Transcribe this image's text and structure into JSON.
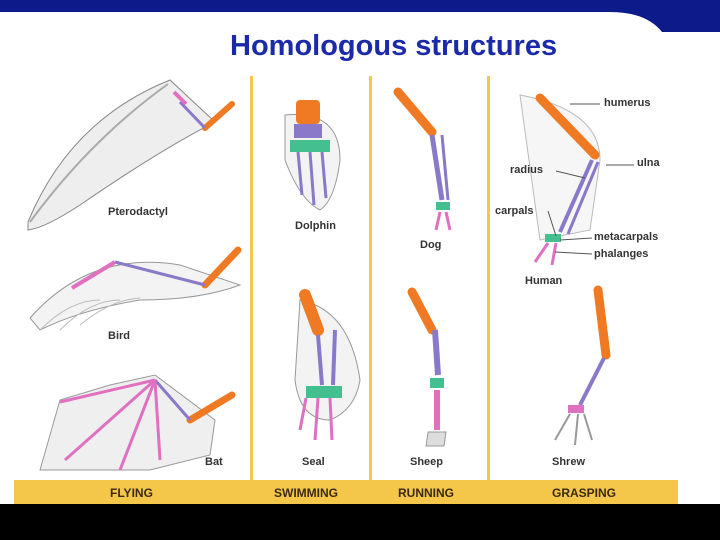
{
  "slide": {
    "title": "Homologous structures"
  },
  "specimens": {
    "pterodactyl": "Pterodactyl",
    "bird": "Bird",
    "bat": "Bat",
    "dolphin": "Dolphin",
    "seal": "Seal",
    "dog": "Dog",
    "sheep": "Sheep",
    "human": "Human",
    "shrew": "Shrew"
  },
  "categories": {
    "flying": "FLYING",
    "swimming": "SWIMMING",
    "running": "RUNNING",
    "grasping": "GRASPING"
  },
  "bone_labels": {
    "humerus": "humerus",
    "ulna": "ulna",
    "radius": "radius",
    "carpals": "carpals",
    "metacarpals": "metacarpals",
    "phalanges": "phalanges"
  },
  "colors": {
    "title": "#1a2aa8",
    "humerus": "#f07a24",
    "radius_ulna": "#8a78c8",
    "carpals": "#44c090",
    "metacarpals_phalanges": "#e070c0",
    "divider": "#f4c64a",
    "top_bar": "#0d1a8a"
  },
  "icons": {
    "top_bar_shape": "rounded-tab-shape"
  }
}
